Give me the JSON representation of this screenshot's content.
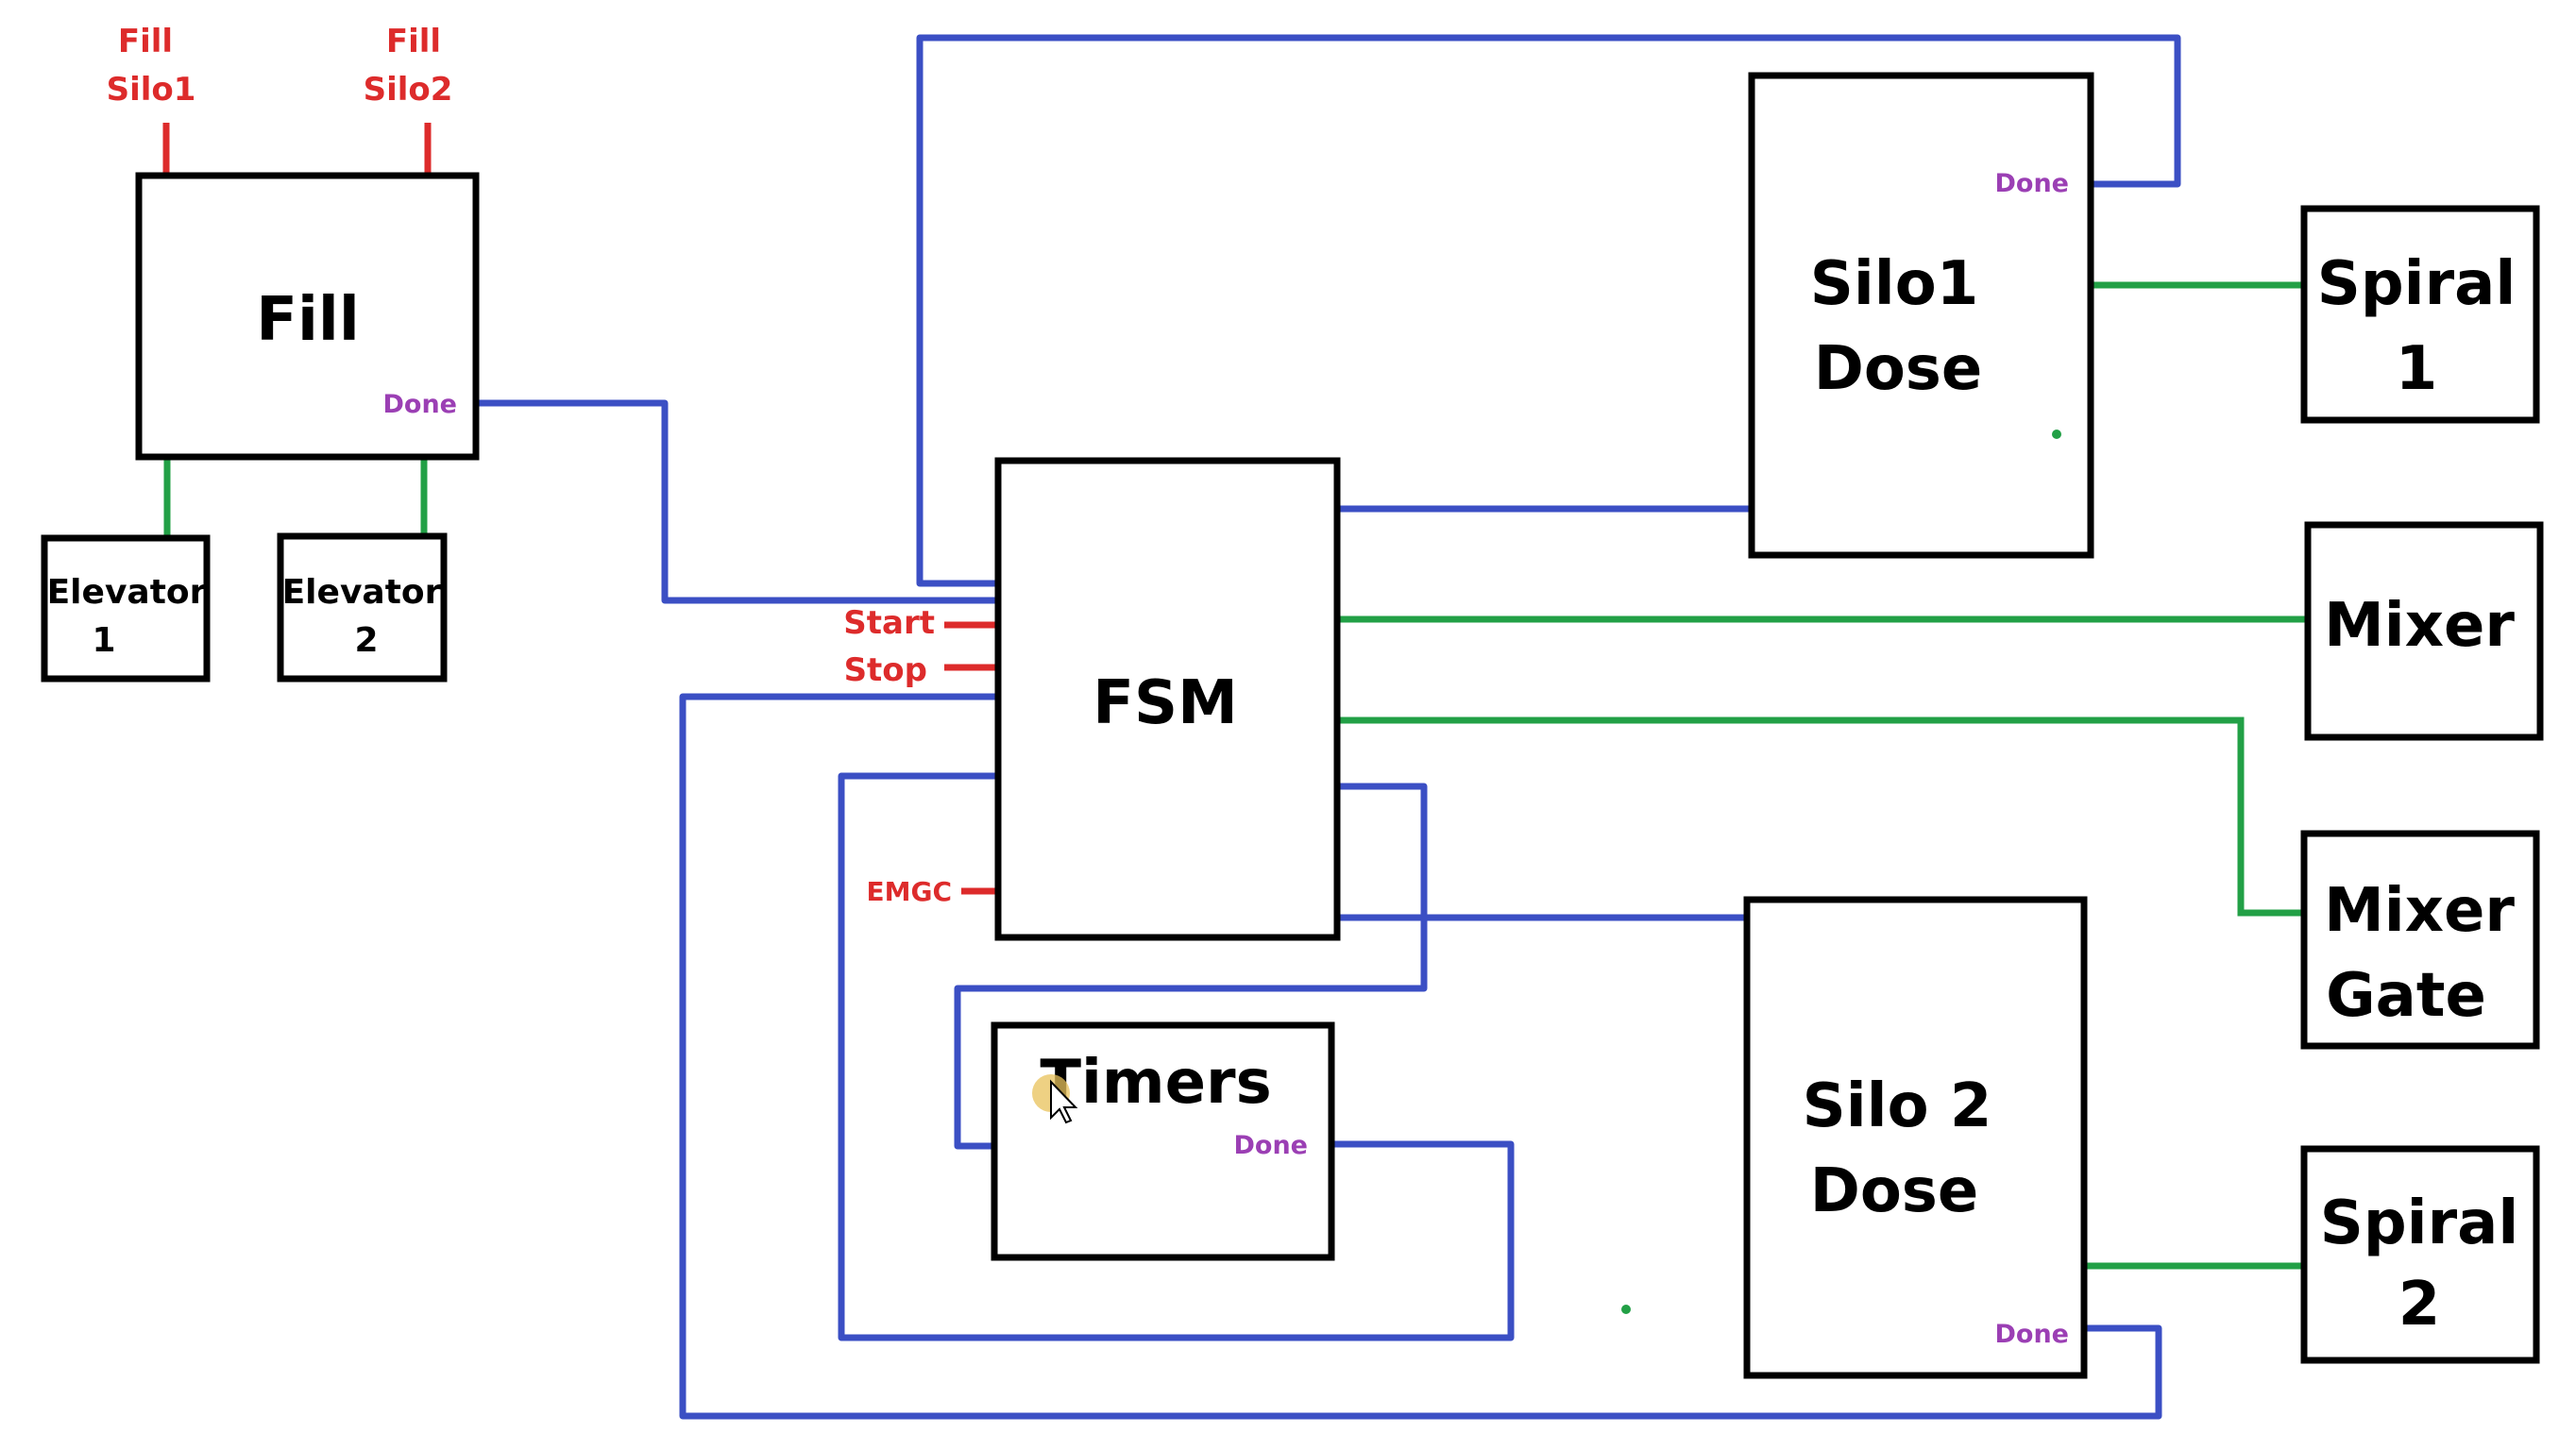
{
  "blocks": {
    "fill": {
      "name": "Fill",
      "done": "Done"
    },
    "elevator1": {
      "line1": "Elevator",
      "line2": "1"
    },
    "elevator2": {
      "line1": "Elevator",
      "line2": "2"
    },
    "fsm": {
      "name": "FSM"
    },
    "timers": {
      "name": "Timers",
      "done": "Done"
    },
    "silo1_dose": {
      "line1": "Silo1",
      "line2": "Dose",
      "done": "Done"
    },
    "silo2_dose": {
      "line1": "Silo 2",
      "line2": "Dose",
      "done": "Done"
    },
    "spiral1": {
      "line1": "Spiral",
      "line2": "1"
    },
    "mixer": {
      "name": "Mixer"
    },
    "mixer_gate": {
      "line1": "Mixer",
      "line2": "Gate"
    },
    "spiral2": {
      "line1": "Spiral",
      "line2": "2"
    }
  },
  "inputs": {
    "fill_silo1": {
      "line1": "Fill",
      "line2": "Silo1"
    },
    "fill_silo2": {
      "line1": "Fill",
      "line2": "Silo2"
    },
    "start": "Start",
    "stop": "Stop",
    "emgc": "EMGC"
  },
  "colors": {
    "blocks": "#000000",
    "control_wires": "#3b4fc4",
    "actuator_wires": "#22a046",
    "input_signals": "#dd2b2b",
    "done_labels": "#9b3fb4"
  }
}
